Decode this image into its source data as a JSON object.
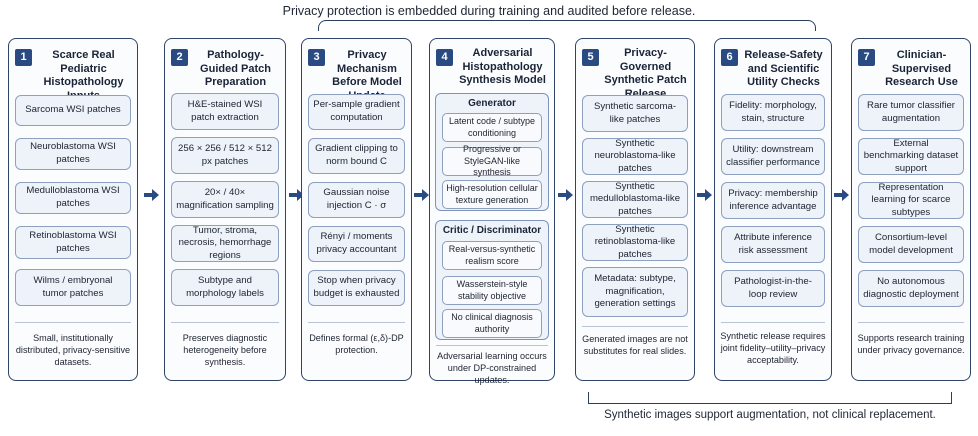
{
  "top_caption": "Privacy protection is embedded during training and audited before release.",
  "bottom_caption": "Synthetic images support augmentation, not clinical replacement.",
  "columns": [
    {
      "num": "1",
      "title": "Scarce Real Pediatric Histopathology Inputs",
      "items": [
        "Sarcoma WSI patches",
        "Neuroblastoma WSI patches",
        "Medulloblastoma WSI patches",
        "Retinoblastoma WSI patches",
        "Wilms / embryonal tumor patches"
      ],
      "footer": "Small, institutionally distributed, privacy-sensitive datasets."
    },
    {
      "num": "2",
      "title": "Pathology-Guided Patch Preparation",
      "items": [
        "H&E-stained WSI patch extraction",
        "256 × 256 / 512 × 512 px patches",
        "20× / 40× magnification sampling",
        "Tumor, stroma, necrosis, hemorrhage regions",
        "Subtype and morphology labels"
      ],
      "footer": "Preserves diagnostic heterogeneity before synthesis."
    },
    {
      "num": "3",
      "title": "Privacy Mechanism Before Model Update",
      "items": [
        "Per-sample gradient computation",
        "Gradient clipping to norm bound C",
        "Gaussian noise injection C · σ",
        "Rényi / moments privacy accountant",
        "Stop when privacy budget is exhausted"
      ],
      "footer": "Defines formal (ε,δ)-DP protection."
    },
    {
      "num": "4",
      "title": "Adversarial Histopathology Synthesis Model",
      "generator": {
        "title": "Generator",
        "items": [
          "Latent code / subtype conditioning",
          "Progressive or StyleGAN-like synthesis",
          "High-resolution cellular texture generation"
        ]
      },
      "critic": {
        "title": "Critic / Discriminator",
        "items": [
          "Real-versus-synthetic realism score",
          "Wasserstein-style stability objective",
          "No clinical diagnosis authority"
        ]
      },
      "footer": "Adversarial learning occurs under DP-constrained updates."
    },
    {
      "num": "5",
      "title": "Privacy-Governed Synthetic Patch Release Candidate",
      "items": [
        "Synthetic sarcoma-like patches",
        "Synthetic neuroblastoma-like patches",
        "Synthetic medulloblastoma-like patches",
        "Synthetic retinoblastoma-like patches",
        "Metadata: subtype, magnification, generation settings"
      ],
      "footer": "Generated images are not substitutes for real slides."
    },
    {
      "num": "6",
      "title": "Release-Safety and Scientific Utility Checks",
      "items": [
        "Fidelity: morphology, stain, structure",
        "Utility: downstream classifier performance",
        "Privacy: membership inference advantage",
        "Attribute inference risk assessment",
        "Pathologist-in-the-loop review"
      ],
      "footer": "Synthetic release requires joint fidelity–utility–privacy acceptability."
    },
    {
      "num": "7",
      "title": "Clinician-Supervised Research Use",
      "items": [
        "Rare tumor classifier augmentation",
        "External benchmarking dataset support",
        "Representation learning for scarce subtypes",
        "Consortium-level model development",
        "No autonomous diagnostic deployment"
      ],
      "footer": "Supports research training under privacy governance."
    }
  ]
}
